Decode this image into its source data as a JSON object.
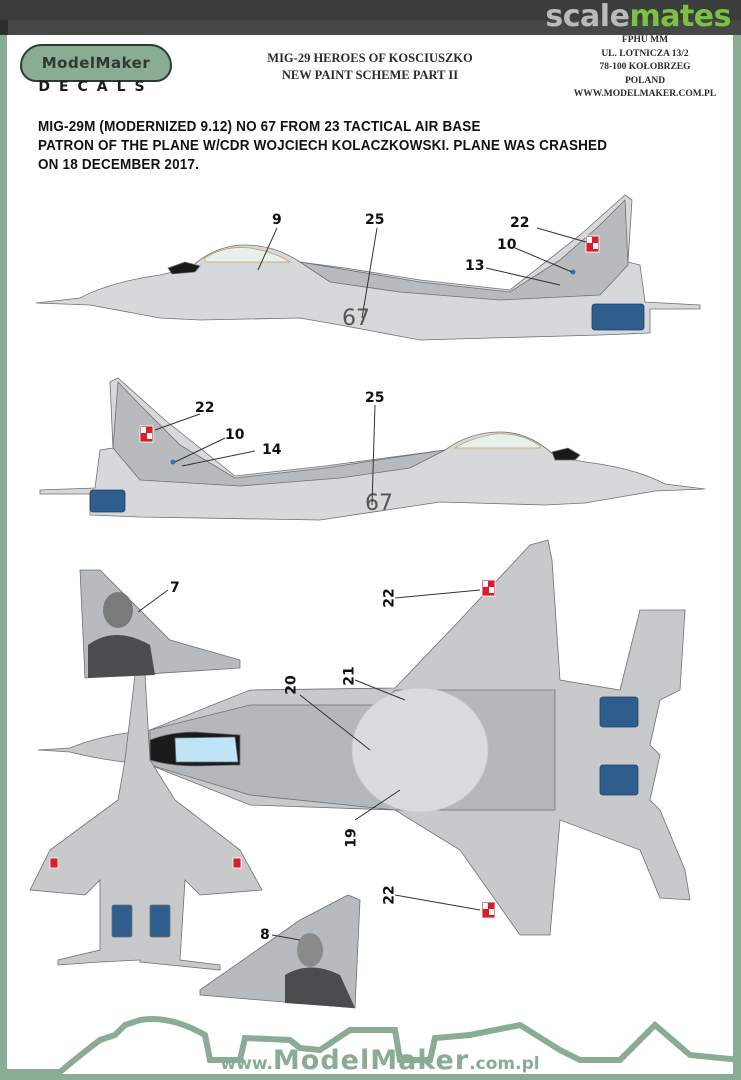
{
  "watermark": {
    "part1": "scale",
    "part2": "mates"
  },
  "brand": {
    "name": "ModelMaker",
    "sub": "DECALS"
  },
  "sheet": {
    "title_line1": "MIG-29 HEROES OF KOSCIUSZKO",
    "title_line2": "NEW PAINT SCHEME PART II"
  },
  "address": {
    "line1": "FPHU MM",
    "line2": "UL. LOTNICZA 13/2",
    "line3": "78-100 KOŁOBRZEG",
    "line4": "POLAND",
    "line5": "WWW.MODELMAKER.COM.PL"
  },
  "description": {
    "line1": "MIG-29M (MODERNIZED 9.12)  NO 67 FROM 23 TACTICAL AIR BASE",
    "line2": "PATRON OF THE PLANE W/CDR WOJCIECH KOLACZKOWSKI. PLANE WAS CRASHED",
    "line3": "ON 18 DECEMBER 2017."
  },
  "profiles": {
    "left_side": {
      "tail_number": "67",
      "callouts": [
        "9",
        "25",
        "22",
        "10",
        "13"
      ]
    },
    "right_side": {
      "tail_number": "67",
      "callouts": [
        "22",
        "10",
        "14",
        "25"
      ]
    },
    "top_view": {
      "callouts": [
        "22",
        "21",
        "20",
        "19",
        "22"
      ]
    },
    "tail_portraits": [
      {
        "callout": "7"
      },
      {
        "callout": "8"
      }
    ]
  },
  "colors": {
    "frame_green": "#8aac95",
    "aircraft_light_grey": "#d6d8d9",
    "aircraft_dark_grey": "#b3b6b8",
    "polish_red": "#d81e2c",
    "nozzle_blue": "#2f5d8e",
    "canopy_blue": "#bfe3f7"
  },
  "footer": {
    "prefix": "www.",
    "brand": "ModelMaker",
    "suffix": ".com.pl"
  }
}
